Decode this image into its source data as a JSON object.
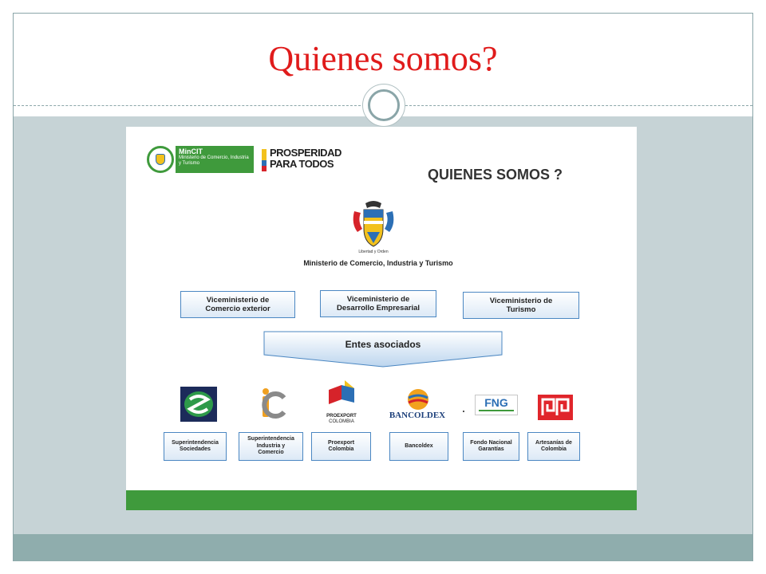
{
  "slide": {
    "title": "Quienes somos?"
  },
  "embedded_image": {
    "mincit": {
      "title": "MinCIT",
      "subtitle": "Ministerio de Comercio, Industria y Turismo"
    },
    "prosperidad": [
      "PROSPERIDAD",
      "PARA TODOS"
    ],
    "heading": "QUIENES SOMOS ?",
    "coat_caption": "Libertad y Orden",
    "ministry": "Ministerio de Comercio, Industria y Turismo",
    "vice_ministries": [
      {
        "line1": "Viceministerio de",
        "line2": "Comercio exterior"
      },
      {
        "line1": "Viceministerio de",
        "line2": "Desarrollo Empresarial"
      },
      {
        "line1": "Viceministerio de",
        "line2": "Turismo"
      }
    ],
    "entes_label": "Entes asociados",
    "logos": {
      "proexport": "PROEXPORT",
      "proexport_sub": "COLOMBIA",
      "bancoldex": "BANCOLDEX",
      "fng": "FNG"
    },
    "entities": [
      {
        "line1": "Superintendencia",
        "line2": "Sociedades",
        "line3": ""
      },
      {
        "line1": "Superintendencia",
        "line2": "Industria y",
        "line3": "Comercio"
      },
      {
        "line1": "Proexport",
        "line2": "Colombia",
        "line3": ""
      },
      {
        "line1": "Bancoldex",
        "line2": "",
        "line3": ""
      },
      {
        "line1": "Fondo Nacional",
        "line2": "Garantías",
        "line3": ""
      },
      {
        "line1": "Artesanías de",
        "line2": "Colombia",
        "line3": ""
      }
    ]
  },
  "colors": {
    "title": "#e01b1b",
    "body_band": "#c6d3d6",
    "footer_band": "#8fadad",
    "green_bar": "#3f9a3c",
    "box_border": "#4b87c2"
  }
}
